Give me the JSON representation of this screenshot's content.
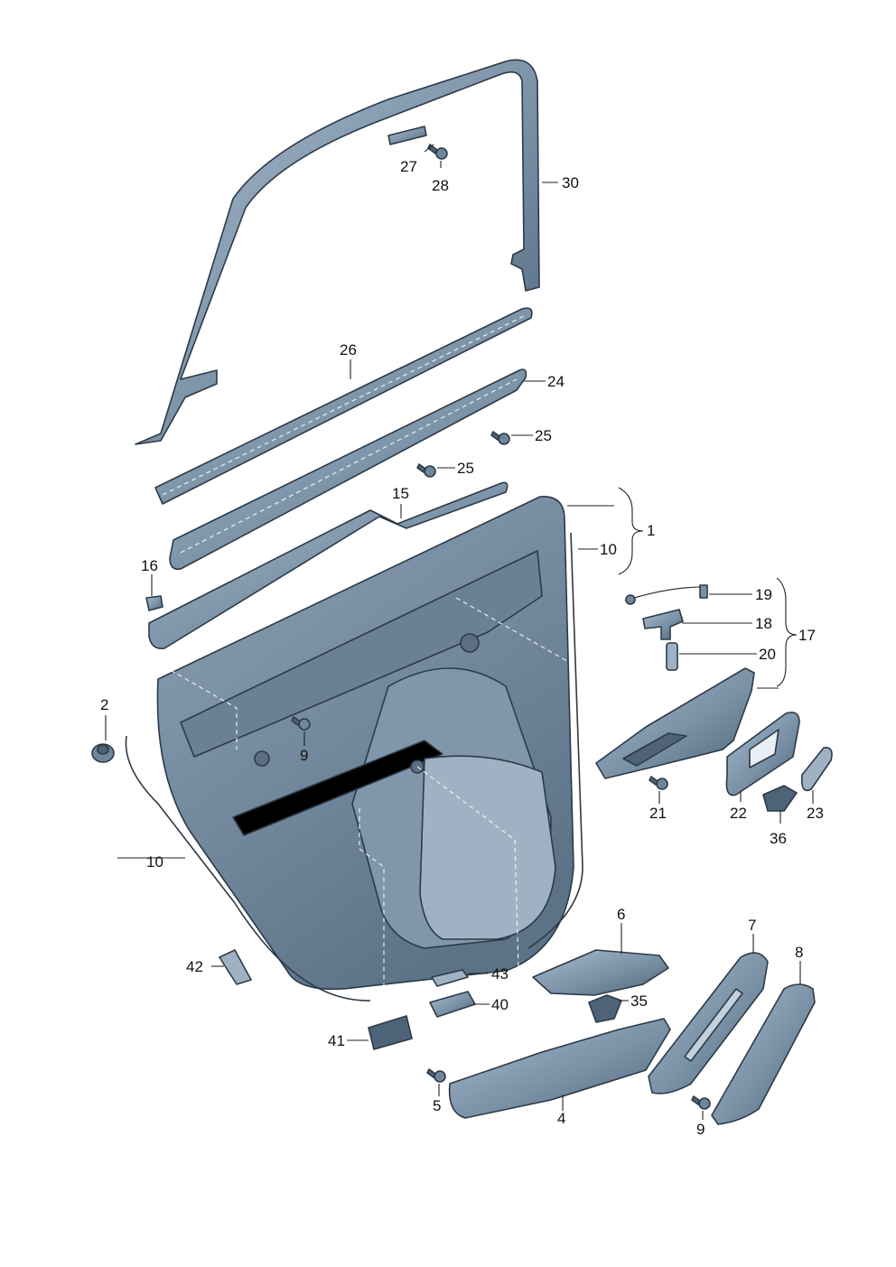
{
  "colors": {
    "part_fill": "#7a91a6",
    "part_light": "#a9bccd",
    "part_dark": "#4e6378",
    "outline": "#2c3a48",
    "label": "#111111"
  },
  "labels": {
    "l1": "1",
    "l2": "2",
    "l4": "4",
    "l5": "5",
    "l6": "6",
    "l7": "7",
    "l8": "8",
    "l9a": "9",
    "l9b": "9",
    "l10a": "10",
    "l10b": "10",
    "l15": "15",
    "l16": "16",
    "l17": "17",
    "l18": "18",
    "l19": "19",
    "l20": "20",
    "l21": "21",
    "l22": "22",
    "l23": "23",
    "l24": "24",
    "l25a": "25",
    "l25b": "25",
    "l26": "26",
    "l27": "27",
    "l28": "28",
    "l30": "30",
    "l35": "35",
    "l36": "36",
    "l40": "40",
    "l41": "41",
    "l42": "42",
    "l43": "43"
  }
}
